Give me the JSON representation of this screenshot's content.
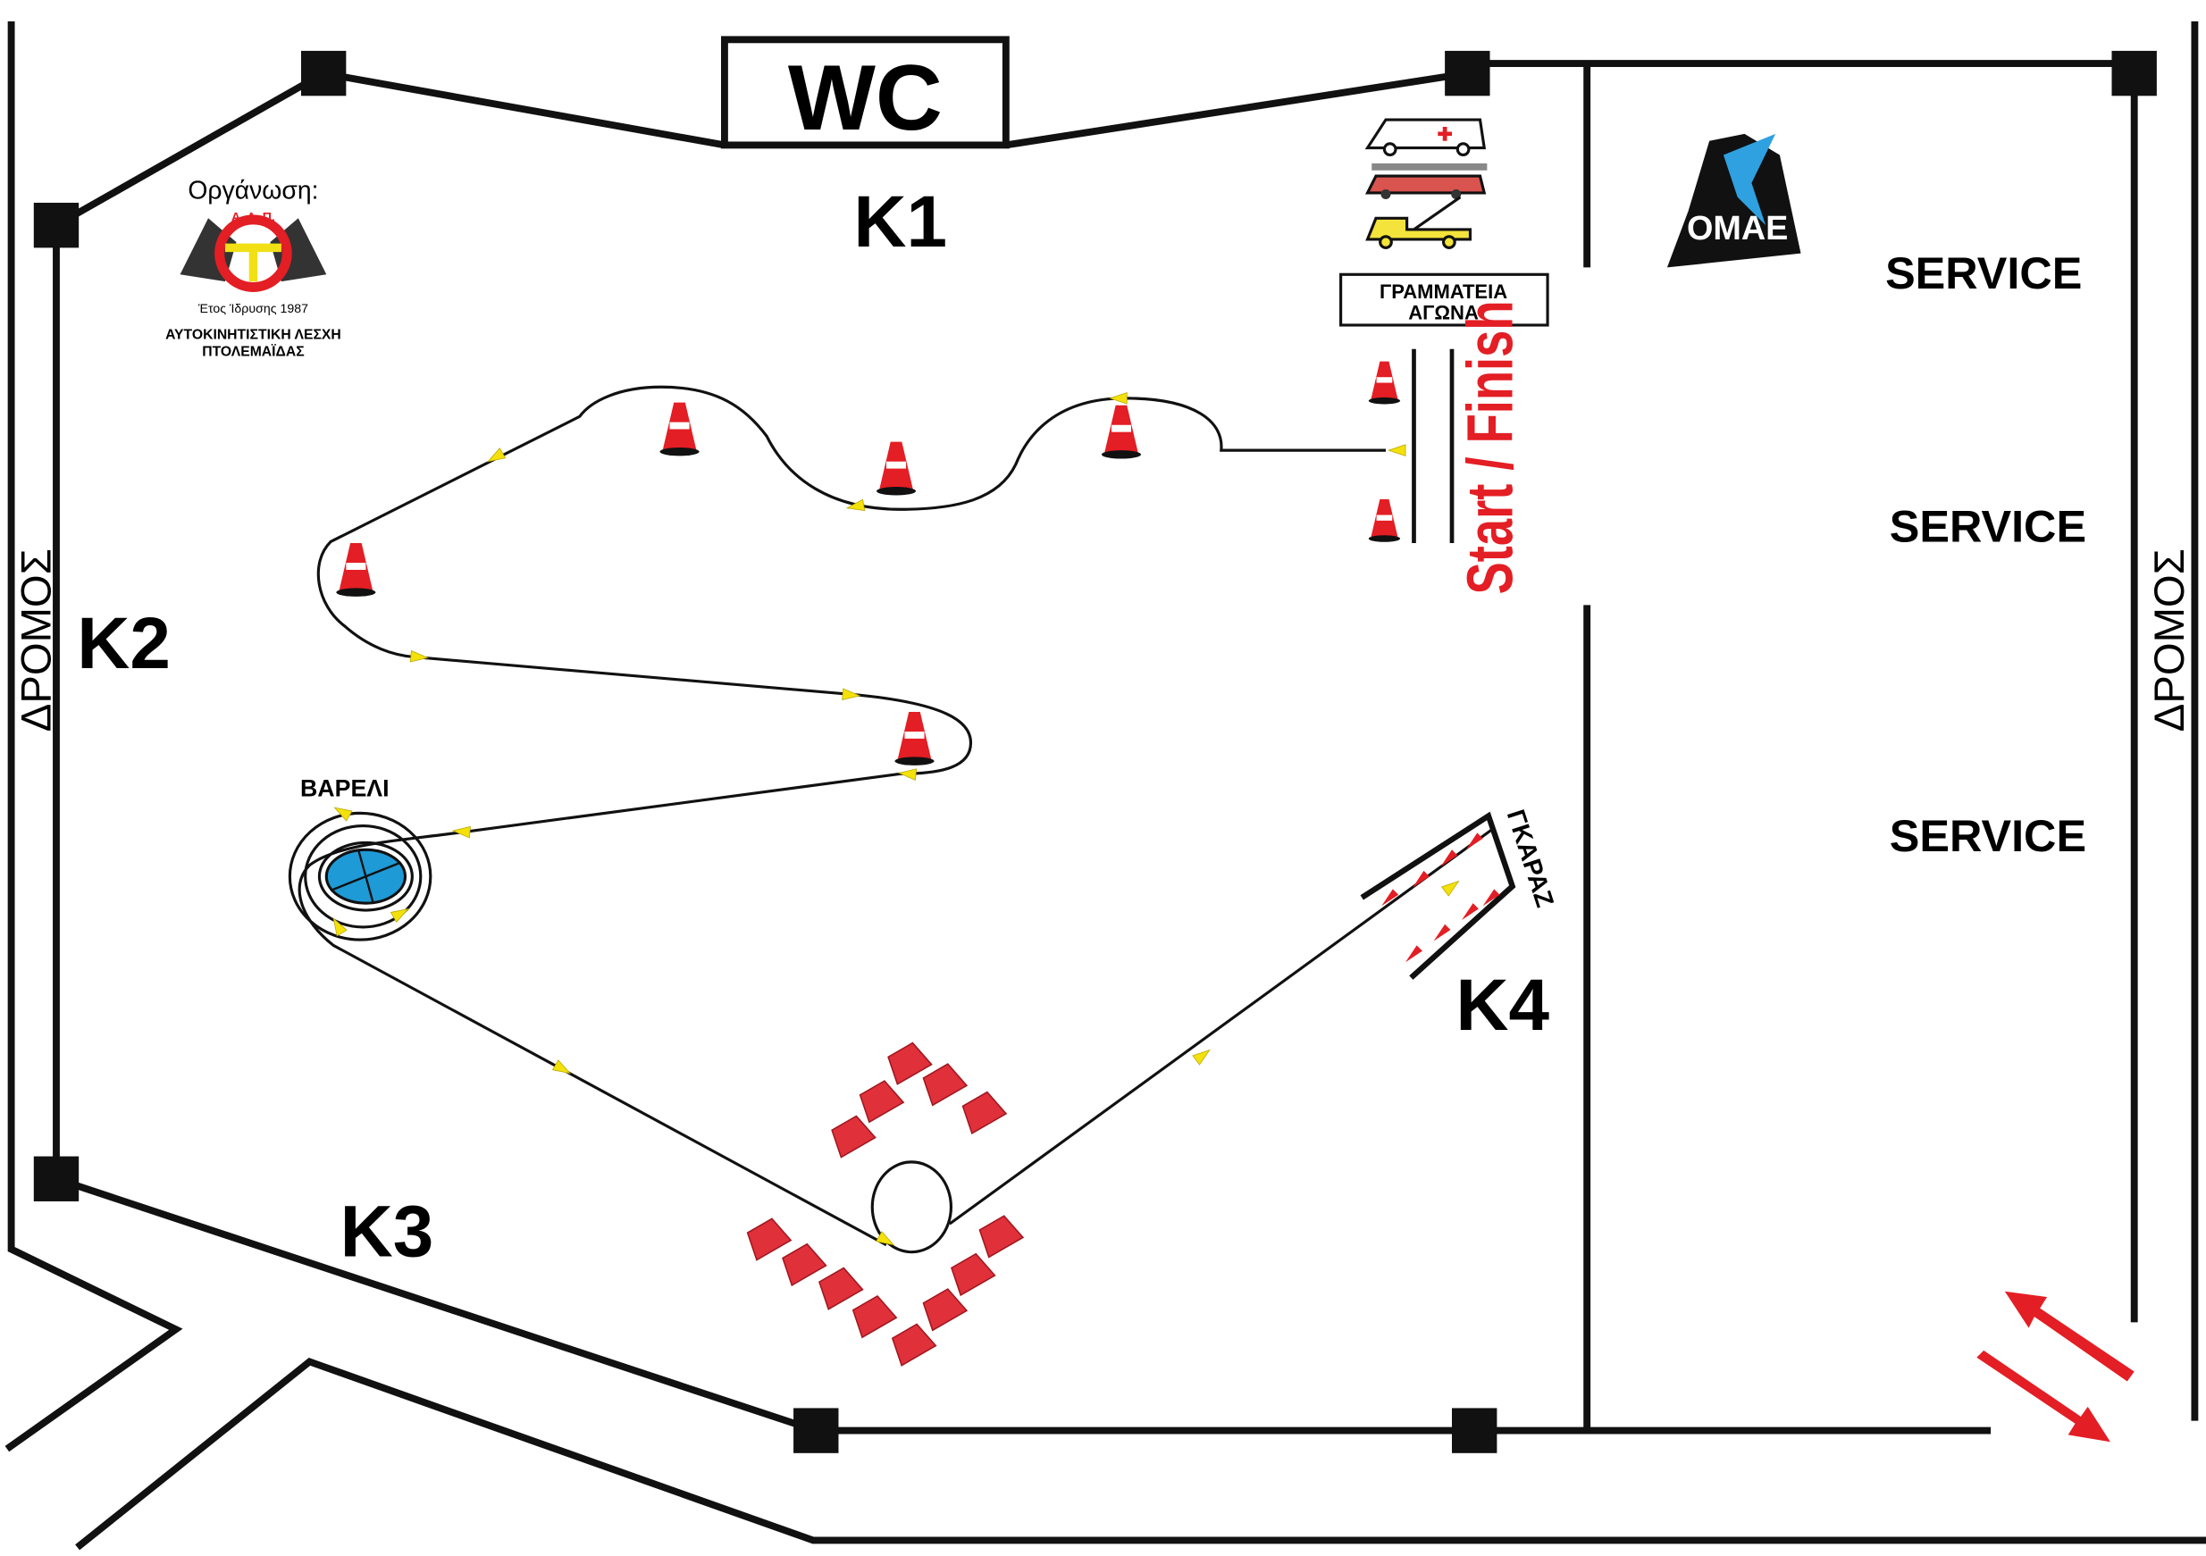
{
  "labels": {
    "wc": "WC",
    "zone_k1": "K1",
    "zone_k2": "K2",
    "zone_k3": "K3",
    "zone_k4": "K4",
    "road_left": "ΔΡΟΜΟΣ",
    "road_right": "ΔΡΟΜΟΣ",
    "service": [
      "SERVICE",
      "SERVICE",
      "SERVICE"
    ],
    "barrel": "ΒΑΡΕΛΙ",
    "garage": "ΓΚΑΡΑΖ",
    "start_finish": "Start / Finish",
    "race_office": [
      "ΓΡΑΜΜΑΤΕΙΑ",
      "ΑΓΩΝΑ"
    ]
  },
  "organizer": {
    "heading": "Οργάνωση:",
    "logo_initials": "Α. Λ. Π.",
    "founded": "Έτος Ίδρυσης 1987",
    "name_line1": "ΑΥΤΟΚΙΝΗΤΙΣΤΙΚΗ ΛΕΣΧΗ",
    "name_line2": "ΠΤΟΛΕΜΑΪΔΑΣ"
  },
  "sponsor_logo": {
    "text": "ΟΜΑΕ"
  },
  "emergency_vehicles": [
    "ambulance-icon",
    "fire-truck-icon",
    "tow-truck-icon"
  ],
  "colors": {
    "track": "#000000",
    "cone": "#e31e24",
    "barrier": "#e0303a",
    "direction_arrow": "#f4e10b",
    "barrel": "#1e9ad6",
    "start_finish": "#e31e24",
    "exit_arrows": "#e31e24"
  }
}
